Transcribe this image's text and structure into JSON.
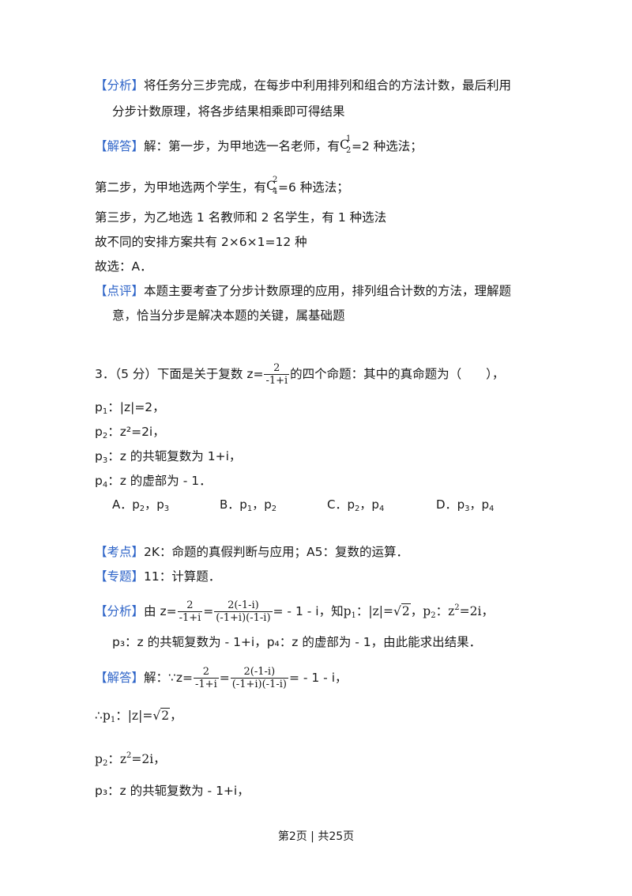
{
  "tags": {
    "analysis": "【分析】",
    "solution": "【解答】",
    "comment": "【点评】",
    "kaodian": "【考点】",
    "zhuanti": "【专题】"
  },
  "q2": {
    "analysis_line1": "将任务分三步完成，在每步中利用排列和组合的方法计数，最后利用",
    "analysis_line2": "分步计数原理，将各步结果相乘即可得结果",
    "sol_step1_pre": "解：第一步，为甲地选一名老师，有",
    "sol_step1_post": "=2 种选法；",
    "step2_pre": "第二步，为甲地选两个学生，有",
    "step2_post": "=6 种选法；",
    "step3": "第三步，为乙地选 1 名教师和 2 名学生，有 1 种选法",
    "total": "故不同的安排方案共有 2×6×1=12 种",
    "choice": "故选：A．",
    "comment_line1": "本题主要考查了分步计数原理的应用，排列组合计数的方法，理解题",
    "comment_line2": "意，恰当分步是解决本题的关键，属基础题"
  },
  "comb": {
    "letter": "C",
    "c1_sup": "1",
    "c1_sub": "2",
    "c2_sup": "2",
    "c2_sub": "4"
  },
  "q3": {
    "stem_pre": "3．（5 分）下面是关于复数 z=",
    "stem_post": "的四个命题：其中的真命题为（　　），",
    "frac_num": "2",
    "frac_den": "-1+i",
    "p_letter": "p",
    "colon": "：",
    "comma": "，",
    "p1_sub": "1",
    "p1_text": "|z|=2，",
    "p2_sub": "2",
    "p2_text": "z²=2i，",
    "p3_sub": "3",
    "p3_text": "z 的共轭复数为 1+i，",
    "p4_sub": "4",
    "p4_text": "z 的虚部为 - 1．",
    "optA": "A．",
    "optB": "B．",
    "optC": "C．",
    "optD": "D．",
    "a1": "2",
    "a2": "3",
    "b1": "1",
    "b2": "2",
    "c1": "2",
    "c2": "4",
    "d1": "3",
    "d2": "4",
    "kaodian": "2K：命题的真假判断与应用；A5：复数的运算．",
    "zhuanti": "11：计算题．",
    "ana_pre": "由 z=",
    "ana_f1_num": "2",
    "ana_f1_den": "-1+i",
    "eq": "=",
    "ana_f2_num": "2(-1-i)",
    "ana_f2_den": "(-1+i)(-1-i)",
    "ana_res": "= - 1 - i，知",
    "mod_z": "|z|=",
    "sqrt_rad": "2",
    "z2": "z",
    "z2_sup": "2",
    "z2_rhs": "=2i，",
    "ana_line2": "p₃：z 的共轭复数为 - 1+i，p₄：z 的虚部为 - 1，由此能求出结果．",
    "sol_pre": "解：∵z=",
    "sol_res": "= - 1 - i，",
    "therefore": "∴",
    "l_p1_tail": "，",
    "l_p3": "p₃：z 的共轭复数为 - 1+i，"
  },
  "footer": "第2页 | 共25页"
}
